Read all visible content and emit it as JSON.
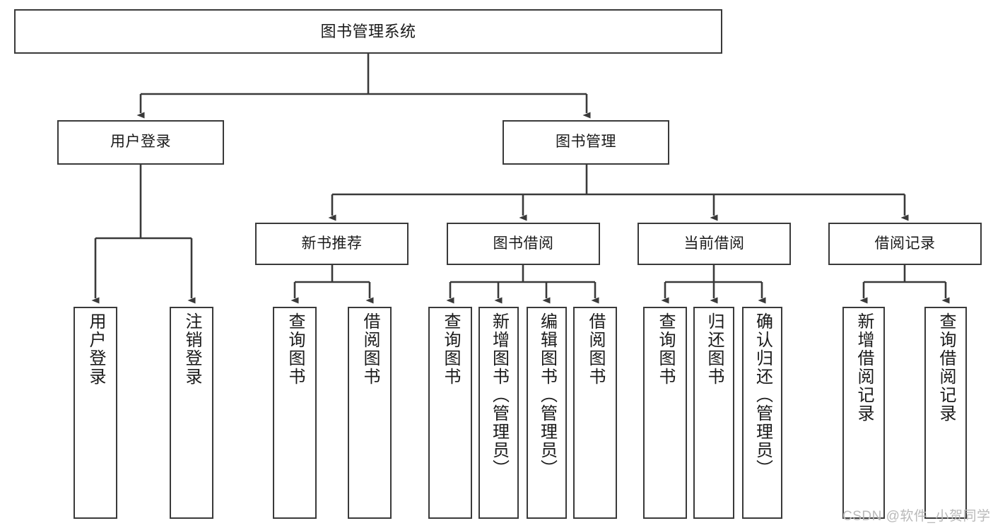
{
  "diagram": {
    "type": "tree",
    "title": "图书管理系统",
    "root": {
      "id": "root",
      "label": "图书管理系统"
    },
    "level1": [
      {
        "id": "user-login",
        "label": "用户登录"
      },
      {
        "id": "book-manage",
        "label": "图书管理"
      }
    ],
    "level2": [
      {
        "id": "new-book-rec",
        "label": "新书推荐"
      },
      {
        "id": "book-borrow",
        "label": "图书借阅"
      },
      {
        "id": "current-borrow",
        "label": "当前借阅"
      },
      {
        "id": "borrow-record",
        "label": "借阅记录"
      }
    ],
    "leaves": {
      "user_login": [
        {
          "id": "leaf-user-login",
          "label": "用户登录"
        },
        {
          "id": "leaf-logout",
          "label": "注销登录"
        }
      ],
      "new_book_rec": [
        {
          "id": "leaf-query-book-1",
          "label": "查询图书"
        },
        {
          "id": "leaf-borrow-book-1",
          "label": "借阅图书"
        }
      ],
      "book_borrow": [
        {
          "id": "leaf-query-book-2",
          "label": "查询图书"
        },
        {
          "id": "leaf-add-book",
          "label": "新增图书（管理员）"
        },
        {
          "id": "leaf-edit-book",
          "label": "编辑图书（管理员）"
        },
        {
          "id": "leaf-borrow-book-2",
          "label": "借阅图书"
        }
      ],
      "current_borrow": [
        {
          "id": "leaf-query-book-3",
          "label": "查询图书"
        },
        {
          "id": "leaf-return-book",
          "label": "归还图书"
        },
        {
          "id": "leaf-confirm-return",
          "label": "确认归还（管理员）"
        }
      ],
      "borrow_record": [
        {
          "id": "leaf-add-record",
          "label": "新增借阅记录"
        },
        {
          "id": "leaf-query-record",
          "label": "查询借阅记录"
        }
      ]
    },
    "colors": {
      "stroke": "#3a3a3a",
      "background": "#ffffff",
      "text": "#1a1a1a",
      "watermark": "#b9b9b9"
    }
  },
  "watermark": {
    "text": "CSDN @软件_小贺同学"
  }
}
